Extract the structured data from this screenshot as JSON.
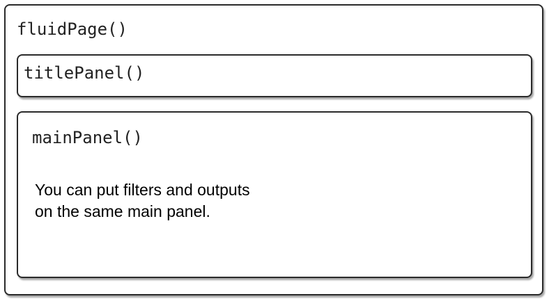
{
  "fluid_page": {
    "label": "fluidPage()"
  },
  "title_panel": {
    "label": "titlePanel()"
  },
  "main_panel": {
    "label": "mainPanel()",
    "note_lines": [
      "You can put filters and outputs",
      "on the same main panel."
    ]
  }
}
